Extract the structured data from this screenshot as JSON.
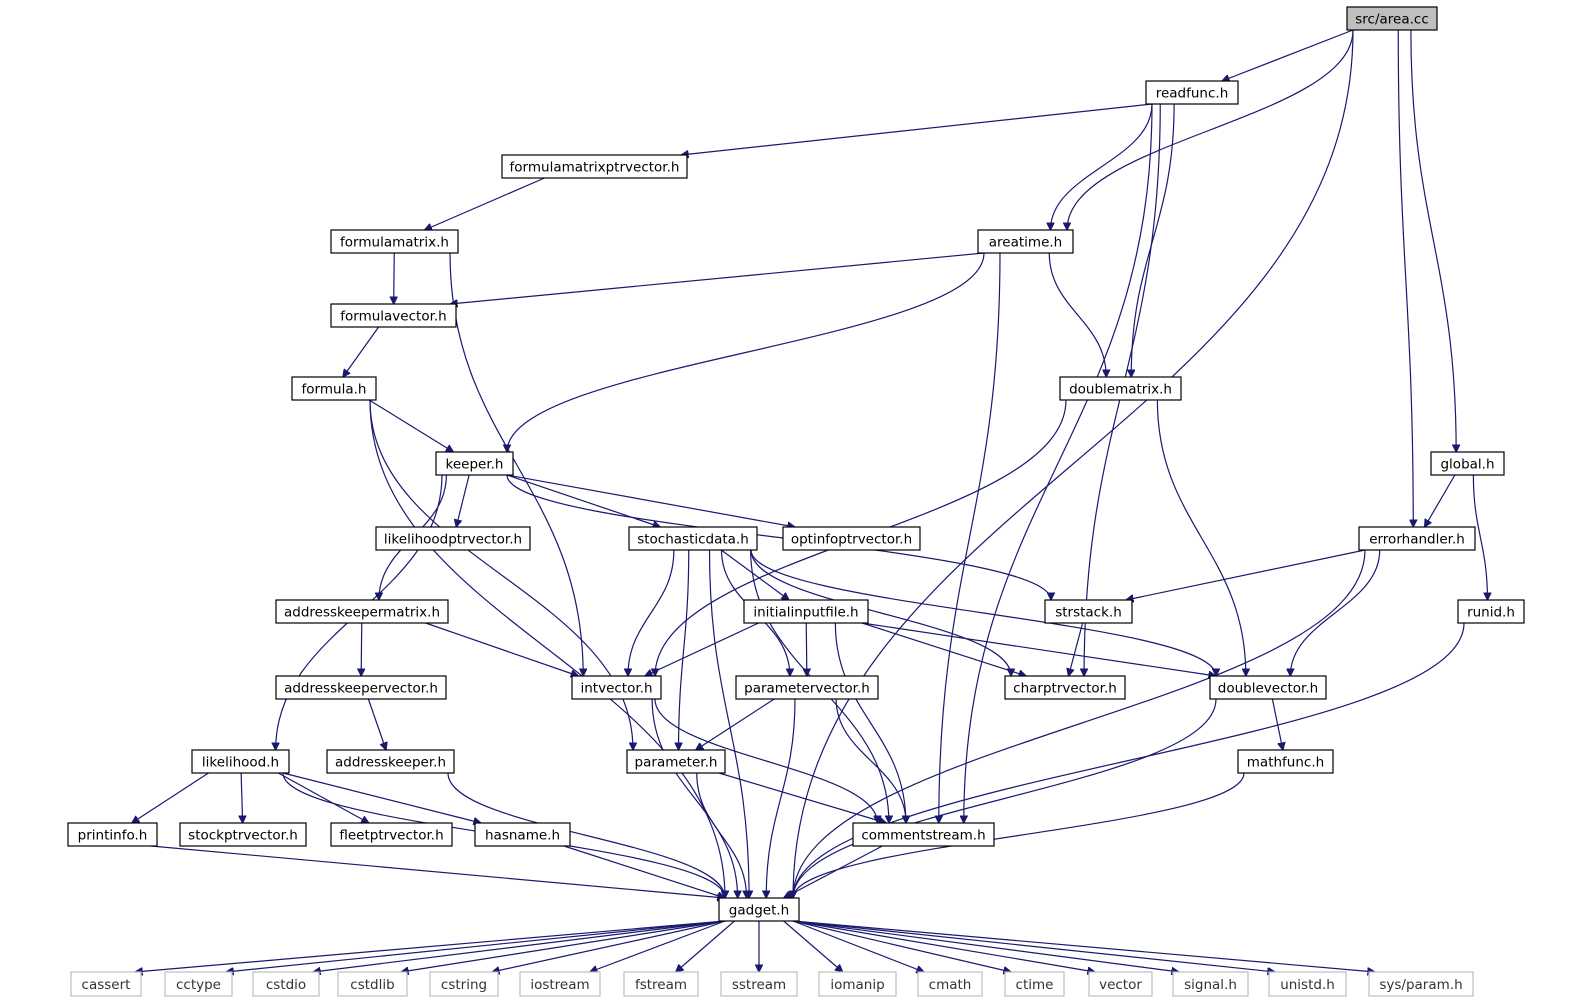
{
  "graph": {
    "type": "include-dependency-graph",
    "root": "src/area.cc",
    "nodes": [
      {
        "id": "area",
        "label": "src/area.cc",
        "kind": "root"
      },
      {
        "id": "readfunc",
        "label": "readfunc.h"
      },
      {
        "id": "formulamatrixptrvector",
        "label": "formulamatrixptrvector.h"
      },
      {
        "id": "formulamatrix",
        "label": "formulamatrix.h"
      },
      {
        "id": "areatime",
        "label": "areatime.h"
      },
      {
        "id": "formulavector",
        "label": "formulavector.h"
      },
      {
        "id": "formula",
        "label": "formula.h"
      },
      {
        "id": "doublematrix",
        "label": "doublematrix.h"
      },
      {
        "id": "keeper",
        "label": "keeper.h"
      },
      {
        "id": "global",
        "label": "global.h"
      },
      {
        "id": "likelihoodptrvector",
        "label": "likelihoodptrvector.h"
      },
      {
        "id": "stochasticdata",
        "label": "stochasticdata.h"
      },
      {
        "id": "optinfoptrvector",
        "label": "optinfoptrvector.h"
      },
      {
        "id": "errorhandler",
        "label": "errorhandler.h"
      },
      {
        "id": "addresskeepermatrix",
        "label": "addresskeepermatrix.h"
      },
      {
        "id": "initialinputfile",
        "label": "initialinputfile.h"
      },
      {
        "id": "strstack",
        "label": "strstack.h"
      },
      {
        "id": "runid",
        "label": "runid.h"
      },
      {
        "id": "addresskeepervector",
        "label": "addresskeepervector.h"
      },
      {
        "id": "intvector",
        "label": "intvector.h"
      },
      {
        "id": "parametervector",
        "label": "parametervector.h"
      },
      {
        "id": "charptrvector",
        "label": "charptrvector.h"
      },
      {
        "id": "doublevector",
        "label": "doublevector.h"
      },
      {
        "id": "likelihood",
        "label": "likelihood.h"
      },
      {
        "id": "addresskeeper",
        "label": "addresskeeper.h"
      },
      {
        "id": "parameter",
        "label": "parameter.h"
      },
      {
        "id": "mathfunc",
        "label": "mathfunc.h"
      },
      {
        "id": "printinfo",
        "label": "printinfo.h"
      },
      {
        "id": "stockptrvector",
        "label": "stockptrvector.h"
      },
      {
        "id": "fleetptrvector",
        "label": "fleetptrvector.h"
      },
      {
        "id": "hasname",
        "label": "hasname.h"
      },
      {
        "id": "commentstream",
        "label": "commentstream.h"
      },
      {
        "id": "gadget",
        "label": "gadget.h"
      },
      {
        "id": "cassert",
        "label": "cassert",
        "kind": "system"
      },
      {
        "id": "cctype",
        "label": "cctype",
        "kind": "system"
      },
      {
        "id": "cstdio",
        "label": "cstdio",
        "kind": "system"
      },
      {
        "id": "cstdlib",
        "label": "cstdlib",
        "kind": "system"
      },
      {
        "id": "cstring",
        "label": "cstring",
        "kind": "system"
      },
      {
        "id": "iostream",
        "label": "iostream",
        "kind": "system"
      },
      {
        "id": "fstream",
        "label": "fstream",
        "kind": "system"
      },
      {
        "id": "sstream",
        "label": "sstream",
        "kind": "system"
      },
      {
        "id": "iomanip",
        "label": "iomanip",
        "kind": "system"
      },
      {
        "id": "cmath",
        "label": "cmath",
        "kind": "system"
      },
      {
        "id": "ctime",
        "label": "ctime",
        "kind": "system"
      },
      {
        "id": "vector",
        "label": "vector",
        "kind": "system"
      },
      {
        "id": "signal",
        "label": "signal.h",
        "kind": "system"
      },
      {
        "id": "unistd",
        "label": "unistd.h",
        "kind": "system"
      },
      {
        "id": "sysparam",
        "label": "sys/param.h",
        "kind": "system"
      }
    ],
    "edges": [
      [
        "area",
        "readfunc"
      ],
      [
        "area",
        "areatime"
      ],
      [
        "area",
        "errorhandler"
      ],
      [
        "area",
        "global"
      ],
      [
        "area",
        "gadget"
      ],
      [
        "readfunc",
        "formulamatrixptrvector"
      ],
      [
        "readfunc",
        "areatime"
      ],
      [
        "readfunc",
        "doublematrix"
      ],
      [
        "readfunc",
        "charptrvector"
      ],
      [
        "readfunc",
        "commentstream"
      ],
      [
        "formulamatrixptrvector",
        "formulamatrix"
      ],
      [
        "formulamatrix",
        "formulavector"
      ],
      [
        "formulamatrix",
        "intvector"
      ],
      [
        "areatime",
        "formulavector"
      ],
      [
        "areatime",
        "keeper"
      ],
      [
        "areatime",
        "doublematrix"
      ],
      [
        "areatime",
        "commentstream"
      ],
      [
        "formulavector",
        "formula"
      ],
      [
        "formula",
        "keeper"
      ],
      [
        "formula",
        "parameter"
      ],
      [
        "formula",
        "gadget"
      ],
      [
        "doublematrix",
        "intvector"
      ],
      [
        "doublematrix",
        "doublevector"
      ],
      [
        "keeper",
        "likelihoodptrvector"
      ],
      [
        "keeper",
        "stochasticdata"
      ],
      [
        "keeper",
        "optinfoptrvector"
      ],
      [
        "keeper",
        "strstack"
      ],
      [
        "keeper",
        "addresskeepermatrix"
      ],
      [
        "keeper",
        "likelihood"
      ],
      [
        "global",
        "errorhandler"
      ],
      [
        "global",
        "runid"
      ],
      [
        "errorhandler",
        "strstack"
      ],
      [
        "errorhandler",
        "doublevector"
      ],
      [
        "errorhandler",
        "gadget"
      ],
      [
        "stochasticdata",
        "initialinputfile"
      ],
      [
        "stochasticdata",
        "intvector"
      ],
      [
        "stochasticdata",
        "parametervector"
      ],
      [
        "stochasticdata",
        "parameter"
      ],
      [
        "stochasticdata",
        "charptrvector"
      ],
      [
        "stochasticdata",
        "doublevector"
      ],
      [
        "stochasticdata",
        "commentstream"
      ],
      [
        "stochasticdata",
        "gadget"
      ],
      [
        "initialinputfile",
        "intvector"
      ],
      [
        "initialinputfile",
        "parametervector"
      ],
      [
        "initialinputfile",
        "charptrvector"
      ],
      [
        "initialinputfile",
        "doublevector"
      ],
      [
        "initialinputfile",
        "commentstream"
      ],
      [
        "addresskeepermatrix",
        "addresskeepervector"
      ],
      [
        "addresskeepermatrix",
        "intvector"
      ],
      [
        "addresskeepervector",
        "addresskeeper"
      ],
      [
        "addresskeeper",
        "gadget"
      ],
      [
        "strstack",
        "charptrvector"
      ],
      [
        "runid",
        "gadget"
      ],
      [
        "intvector",
        "commentstream"
      ],
      [
        "intvector",
        "gadget"
      ],
      [
        "parametervector",
        "parameter"
      ],
      [
        "parametervector",
        "commentstream"
      ],
      [
        "parametervector",
        "gadget"
      ],
      [
        "doublevector",
        "mathfunc"
      ],
      [
        "doublevector",
        "gadget"
      ],
      [
        "mathfunc",
        "gadget"
      ],
      [
        "parameter",
        "commentstream"
      ],
      [
        "parameter",
        "gadget"
      ],
      [
        "likelihood",
        "printinfo"
      ],
      [
        "likelihood",
        "stockptrvector"
      ],
      [
        "likelihood",
        "fleetptrvector"
      ],
      [
        "likelihood",
        "hasname"
      ],
      [
        "likelihood",
        "gadget"
      ],
      [
        "printinfo",
        "gadget"
      ],
      [
        "hasname",
        "gadget"
      ],
      [
        "commentstream",
        "gadget"
      ],
      [
        "gadget",
        "cassert"
      ],
      [
        "gadget",
        "cctype"
      ],
      [
        "gadget",
        "cstdio"
      ],
      [
        "gadget",
        "cstdlib"
      ],
      [
        "gadget",
        "cstring"
      ],
      [
        "gadget",
        "iostream"
      ],
      [
        "gadget",
        "fstream"
      ],
      [
        "gadget",
        "sstream"
      ],
      [
        "gadget",
        "iomanip"
      ],
      [
        "gadget",
        "cmath"
      ],
      [
        "gadget",
        "ctime"
      ],
      [
        "gadget",
        "vector"
      ],
      [
        "gadget",
        "signal"
      ],
      [
        "gadget",
        "unistd"
      ],
      [
        "gadget",
        "sysparam"
      ]
    ]
  }
}
